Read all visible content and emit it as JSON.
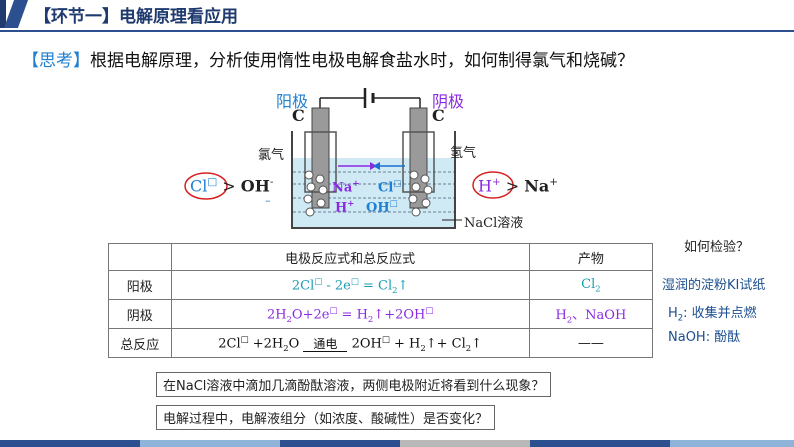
{
  "header": {
    "title": "【环节一】电解原理看应用"
  },
  "think": {
    "tag": "【思考】",
    "text": "根据电解原理，分析使用惰性电极电解食盐水时，如何制得氯气和烧碱？"
  },
  "apparatus": {
    "anode_label": "阳极",
    "cathode_label": "阴极",
    "electrode": "C",
    "left_gas": "氯气",
    "right_gas": "氢气",
    "left_ion": "Cl",
    "left_arrow": ">",
    "left_oh": "OH",
    "right_h": "H",
    "right_arrow": ">",
    "right_na": "Na",
    "mid_na": "Na",
    "mid_cl": "Cl",
    "mid_h": "H",
    "mid_oh": "OH",
    "solution": "NaCl溶液",
    "plus": "+",
    "minus": "-",
    "dash": "–"
  },
  "table": {
    "headers": [
      "",
      "电极反应式和总反应式",
      "产物"
    ],
    "rows": [
      {
        "name": "阳极",
        "eq_a": "2Cl",
        "eq_b": " - 2e",
        "eq_c": " = Cl",
        "eq_d": "↑",
        "product": "Cl"
      },
      {
        "name": "阴极",
        "eq_a": "2H",
        "eq_b": "O+2e",
        "eq_c": " = H",
        "eq_d": "↑+2OH",
        "product_a": "H",
        "product_b": "、NaOH"
      },
      {
        "name": "总反应",
        "eq_a": "2Cl",
        "eq_b": " +2H",
        "eq_c": "O ",
        "cond": "通电",
        "eq_d": " 2OH",
        "eq_e": " + H",
        "eq_f": "↑+ Cl",
        "eq_g": "↑",
        "product": "——"
      }
    ],
    "sq": "□",
    "two": "2"
  },
  "side": {
    "question": "如何检验？",
    "cl2_test": "湿润的淀粉KI试纸",
    "h2_a": "H",
    "h2_b": ": 收集并点燃",
    "naoh_test": "NaOH: 酚酞"
  },
  "questions": [
    "在NaCl溶液中滴加几滴酚酞溶液，两侧电极附近将看到什么现象？",
    "电解过程中，电解液组分（如浓度、酸碱性）是否变化？"
  ],
  "colors": {
    "primary": "#1f3a6e",
    "accent": "#1f7fd1",
    "cyan": "#1a9bb5",
    "purple": "#8a2be2",
    "red": "#d62020"
  }
}
